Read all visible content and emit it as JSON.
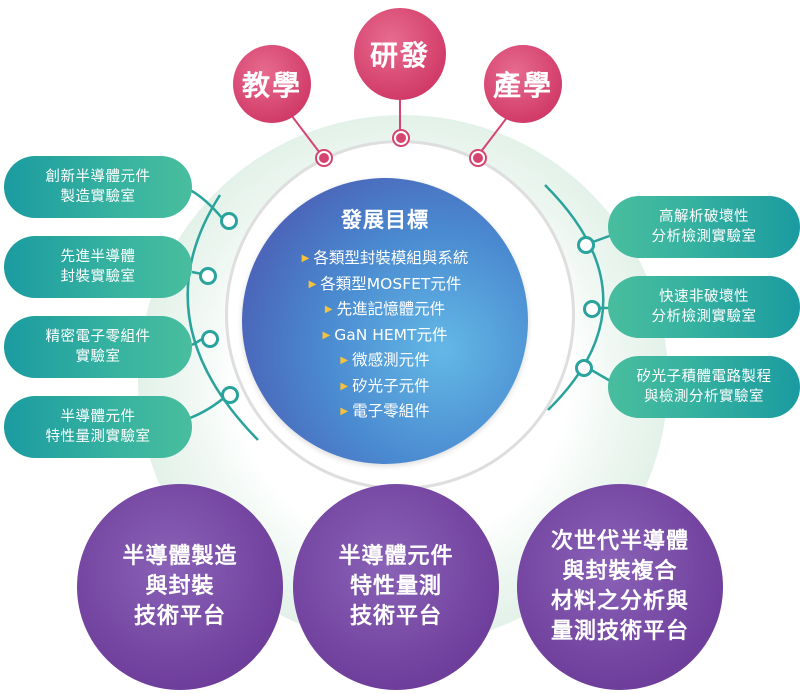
{
  "top_circles": [
    {
      "label": "教學"
    },
    {
      "label": "研發"
    },
    {
      "label": "產學"
    }
  ],
  "center": {
    "title": "發展目標",
    "items": [
      "各類型封裝模組與系統",
      "各類型MOSFET元件",
      "先進記憶體元件",
      "GaN HEMT元件",
      "微感測元件",
      "矽光子元件",
      "電子零組件"
    ]
  },
  "left_labs": [
    {
      "label": "創新半導體元件\n製造實驗室"
    },
    {
      "label": "先進半導體\n封裝實驗室"
    },
    {
      "label": "精密電子零組件\n實驗室"
    },
    {
      "label": "半導體元件\n特性量測實驗室"
    }
  ],
  "right_labs": [
    {
      "label": "高解析破壞性\n分析檢測實驗室"
    },
    {
      "label": "快速非破壞性\n分析檢測實驗室"
    },
    {
      "label": "矽光子積體電路製程\n與檢測分析實驗室"
    }
  ],
  "platforms": [
    {
      "label": "半導體製造\n與封裝\n技術平台"
    },
    {
      "label": "半導體元件\n特性量測\n技術平台"
    },
    {
      "label": "次世代半導體\n與封裝複合\n材料之分析與\n量測技術平台"
    }
  ],
  "colors": {
    "pink": "#d23d6a",
    "teal": "#2aa39c",
    "purple": "#6f3f9c",
    "center_blue": "#4a8ad0",
    "bullet": "#f6c23c"
  }
}
